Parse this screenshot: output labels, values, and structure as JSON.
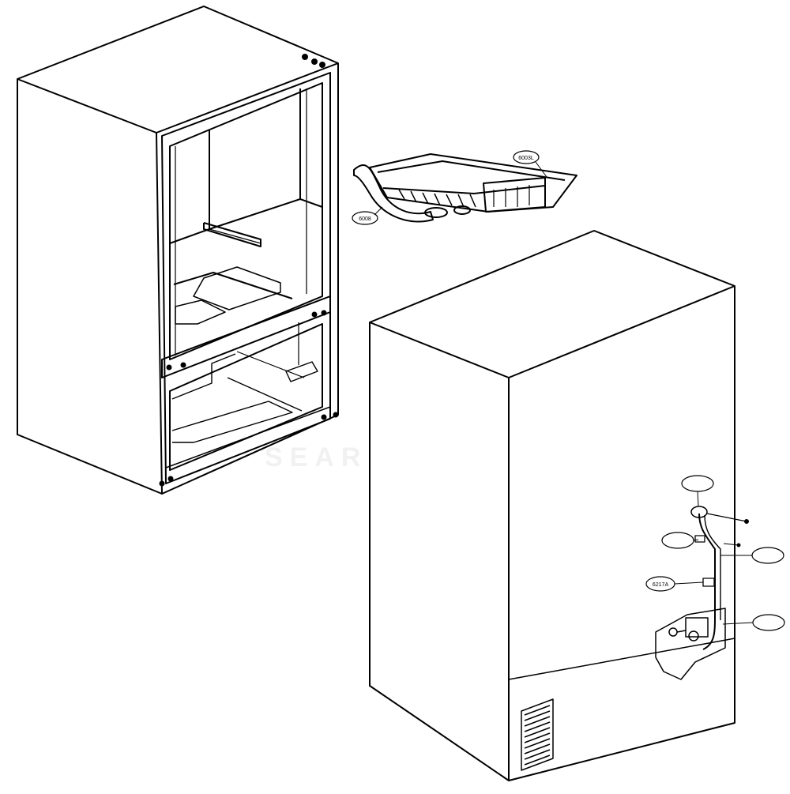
{
  "diagram": {
    "type": "exploded-parts-view",
    "subject": "refrigerator",
    "ink_color": "#000000",
    "background_color": "#ffffff",
    "watermark_color": "#e6e6e6",
    "callouts": {
      "ice_maker_part": "6003L",
      "ice_maker_bracket": "6008",
      "water_tube": "6217A",
      "blank_top": "",
      "blank_left": "",
      "blank_right_upper": "",
      "blank_right_lower": ""
    },
    "watermark_text": "SEARSPARTS"
  }
}
